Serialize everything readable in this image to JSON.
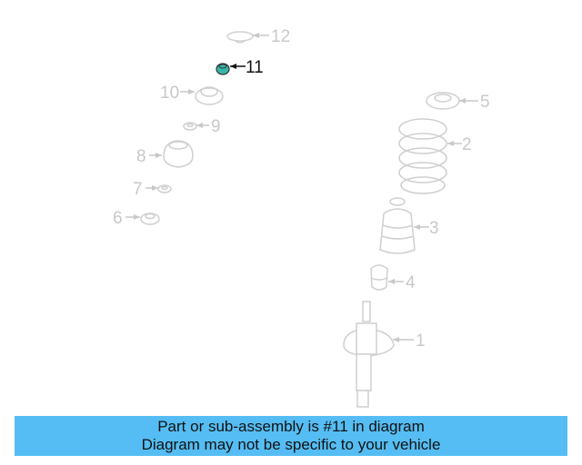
{
  "diagram": {
    "callouts": [
      "12",
      "11",
      "10",
      "9",
      "8",
      "7",
      "6",
      "5",
      "2",
      "3",
      "4",
      "1"
    ],
    "highlighted_part": "11",
    "highlight_color": "#38b6a8",
    "part_color": "#cfcfcf",
    "label_color": "#c8c8c8"
  },
  "banner": {
    "line1": "Part or sub-assembly is #11 in diagram",
    "line2": "Diagram may not be specific to your vehicle",
    "background": "#55bdf3"
  }
}
